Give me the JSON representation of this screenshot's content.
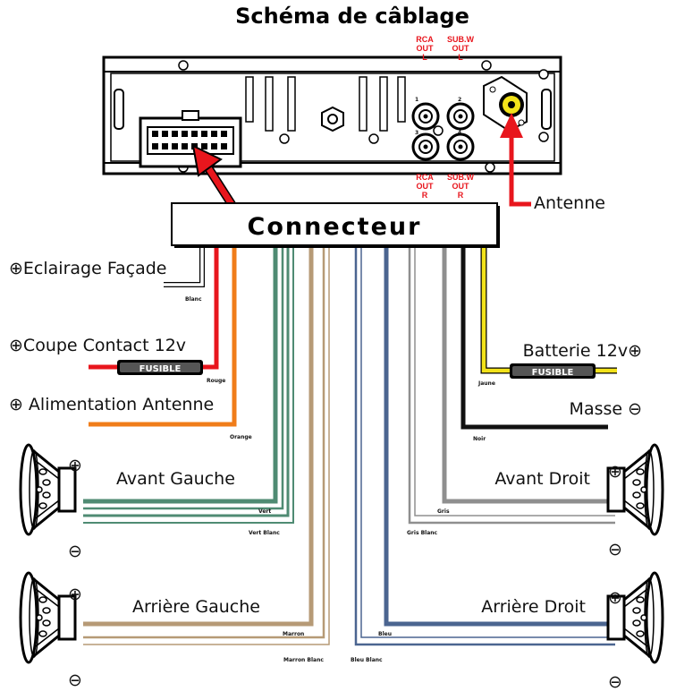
{
  "title": "Schéma de câblage",
  "connector": "Connecteur",
  "antenna": "Antenne",
  "rca_top_left": [
    "RCA",
    "OUT",
    "L"
  ],
  "rca_top_right": [
    "SUB.W",
    "OUT",
    "L"
  ],
  "rca_bottom_left": [
    "RCA",
    "OUT",
    "R"
  ],
  "rca_bottom_right": [
    "SUB.W",
    "OUT",
    "R"
  ],
  "rca_numbers": [
    "1",
    "2",
    "3",
    "4"
  ],
  "fuse": "FUSIBLE",
  "symbols": {
    "plus": "⊕",
    "minus": "⊖"
  },
  "labels": {
    "lighting": "Eclairage Façade",
    "ignition": "Coupe Contact 12v",
    "antenna_power": "Alimentation Antenne",
    "front_left": "Avant Gauche",
    "rear_left": "Arrière Gauche",
    "battery": "Batterie 12v",
    "ground": "Masse",
    "front_right": "Avant Droit",
    "rear_right": "Arrière Droit"
  },
  "wires": {
    "white": "Blanc",
    "red": "Rouge",
    "orange": "Orange",
    "green": "Vert",
    "green_white": "Vert Blanc",
    "brown": "Marron",
    "brown_white": "Marron Blanc",
    "blue": "Bleu",
    "blue_white": "Bleu Blanc",
    "grey": "Gris",
    "grey_white": "Gris Blanc",
    "black": "Noir",
    "yellow": "Jaune"
  },
  "colors": {
    "red": "#e8161d",
    "orange": "#f07d1a",
    "yellow": "#f2e21a",
    "green": "#4f8b73",
    "brown": "#b69a76",
    "blue": "#4b6590",
    "grey": "#8f8f8f",
    "black": "#111111"
  }
}
